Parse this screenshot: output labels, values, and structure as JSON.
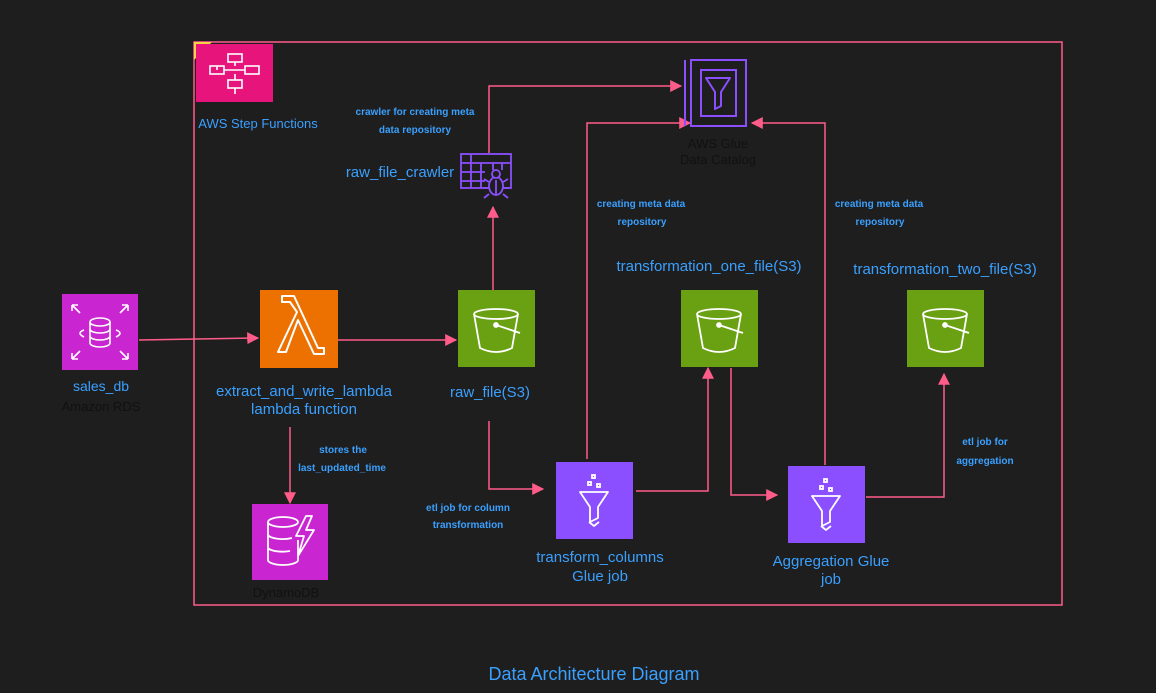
{
  "title": "Data Architecture Diagram",
  "colors": {
    "background": "#1e1e1e",
    "border": "#ff5c8a",
    "arrow": "#ff5c8a",
    "label": "#3aa0ff",
    "s3_green": "#6aa113",
    "lambda_orange": "#ed7100",
    "glue_purple": "#8c4fff",
    "rds_magenta": "#c925d1",
    "step_functions_pink": "#e7157b"
  },
  "container": {
    "label": "AWS Step Functions",
    "icon": "step-functions-icon"
  },
  "nodes": {
    "sales_db": {
      "name": "sales_db",
      "service": "Amazon RDS",
      "icon": "rds-icon"
    },
    "lambda": {
      "name": "extract_and_write_lambda",
      "service": "lambda function",
      "icon": "lambda-icon"
    },
    "dynamodb": {
      "service": "DynamoDB",
      "icon": "dynamodb-icon"
    },
    "raw_file": {
      "name": "raw_file(S3)",
      "icon": "s3-bucket-icon"
    },
    "crawler": {
      "name": "raw_file_crawler",
      "icon": "glue-crawler-icon"
    },
    "catalog": {
      "name": "AWS Glue",
      "service": "Data Catalog",
      "icon": "glue-data-catalog-icon"
    },
    "transform_job": {
      "name": "transform_columns",
      "service": "Glue job",
      "icon": "glue-job-icon"
    },
    "transformation_one": {
      "name": "transformation_one_file(S3)",
      "icon": "s3-bucket-icon"
    },
    "aggregation_job": {
      "name": "Aggregation Glue",
      "service": "job",
      "icon": "glue-job-icon"
    },
    "transformation_two": {
      "name": "transformation_two_file(S3)",
      "icon": "s3-bucket-icon"
    }
  },
  "edge_labels": {
    "crawler": [
      "crawler for creating meta",
      "data repository"
    ],
    "dynamodb": [
      "stores the",
      "last_updated_time"
    ],
    "etl_column": [
      "etl job for column",
      "transformation"
    ],
    "meta_one": [
      "creating meta data",
      "repository"
    ],
    "meta_two": [
      "creating meta data",
      "repository"
    ],
    "etl_aggregation": [
      "etl job for",
      "aggregation"
    ]
  }
}
